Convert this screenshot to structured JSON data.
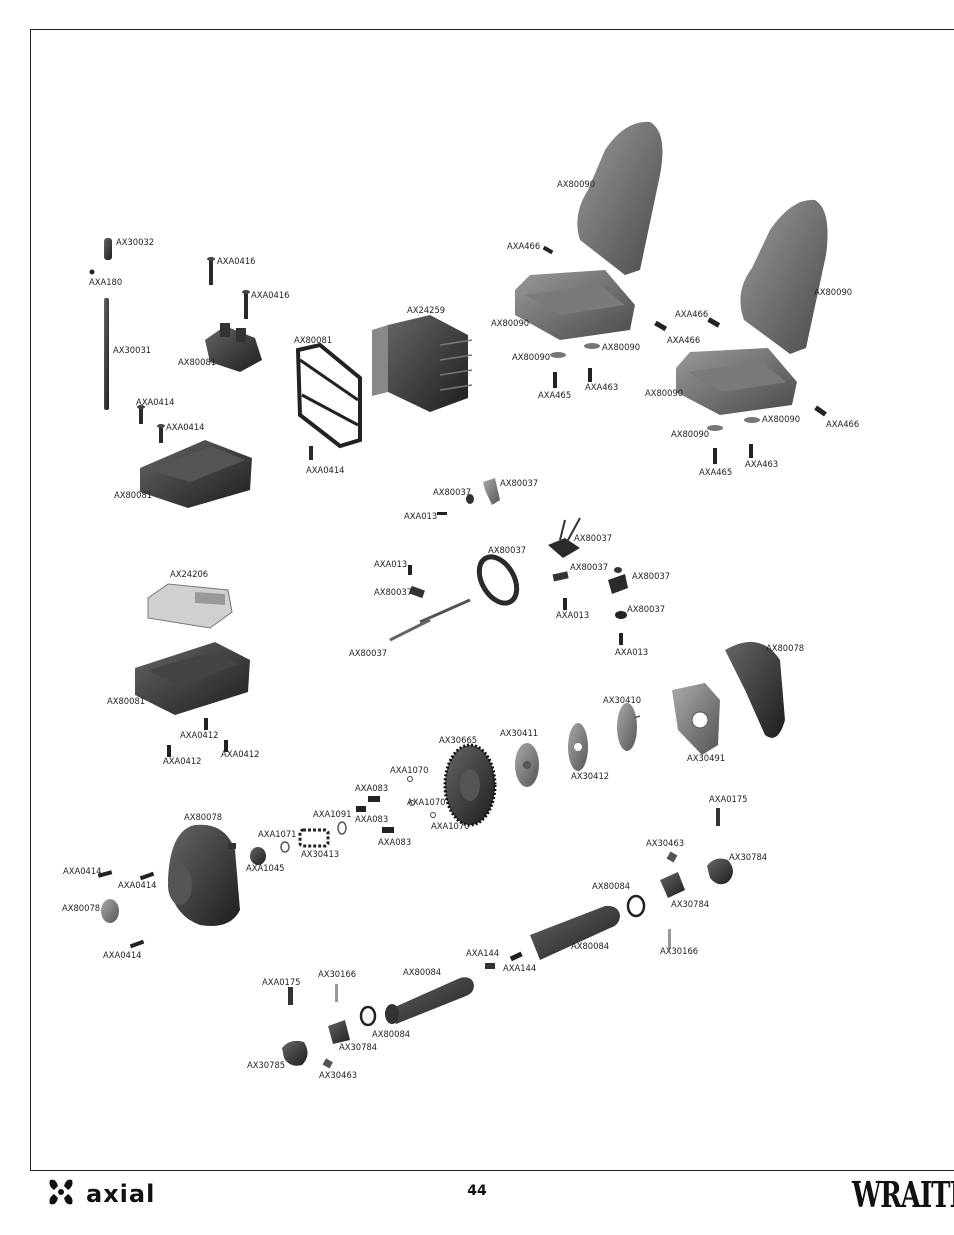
{
  "page_number": "44",
  "brand": {
    "name": "axial",
    "logo_icon": "axial-logo-icon"
  },
  "product_logo": "WRAITH",
  "parts": {
    "AX30032": "AX30032",
    "AXA180": "AXA180",
    "AXA0416": "AXA0416",
    "AX30031": "AX30031",
    "AX80081": "AX80081",
    "AXA0414": "AXA0414",
    "AX24259": "AX24259",
    "AX80090": "AX80090",
    "AXA466": "AXA466",
    "AXA465": "AXA465",
    "AXA463": "AXA463",
    "AX80037": "AX80037",
    "AXA013": "AXA013",
    "AX24206": "AX24206",
    "AXA0412": "AXA0412",
    "AX80078": "AX80078",
    "AX30410": "AX30410",
    "AX30491": "AX30491",
    "AX30411": "AX30411",
    "AX30412": "AX30412",
    "AX30665": "AX30665",
    "AXA1070": "AXA1070",
    "AXA083": "AXA083",
    "AXA1091": "AXA1091",
    "AXA1071": "AXA1071",
    "AX30413": "AX30413",
    "AXA1045": "AXA1045",
    "AXA0175": "AXA0175",
    "AX30463": "AX30463",
    "AX30784": "AX30784",
    "AX80084": "AX80084",
    "AX30166": "AX30166",
    "AXA144": "AXA144",
    "AX30785": "AX30785"
  }
}
